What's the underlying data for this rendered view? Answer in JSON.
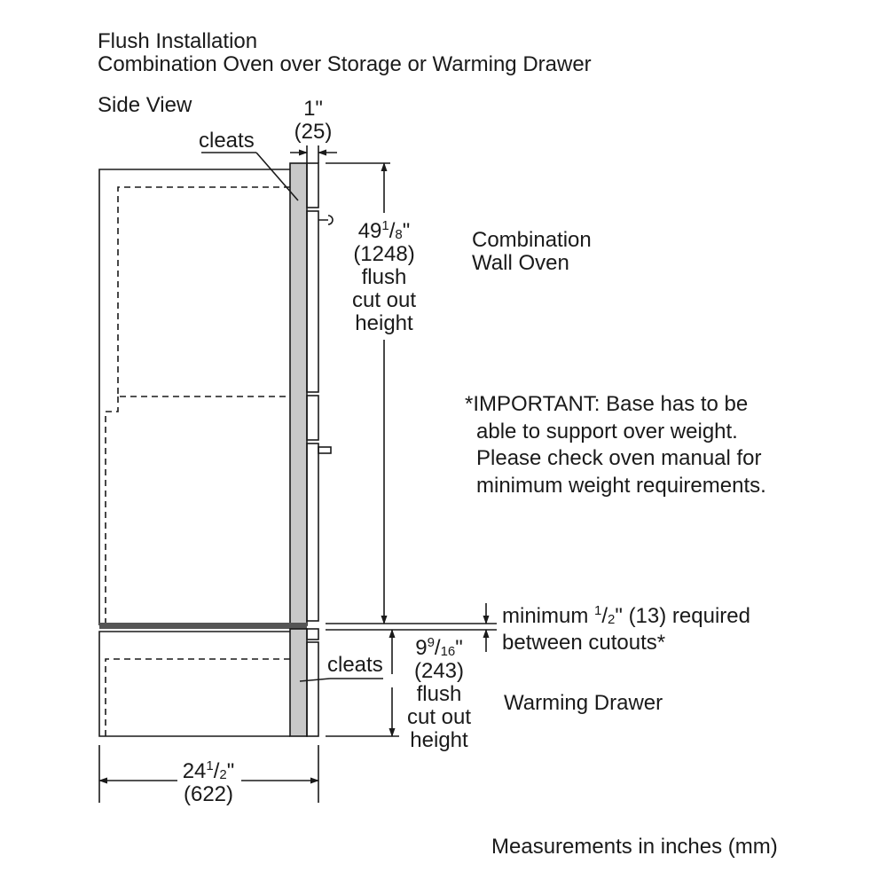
{
  "title": {
    "line1": "Flush Installation",
    "line2": "Combination Oven over Storage or Warming Drawer"
  },
  "view_label": "Side View",
  "labels": {
    "cleats_top": "cleats",
    "cleats_bottom": "cleats",
    "combination_wall_oven": [
      "Combination",
      "Wall Oven"
    ],
    "warming_drawer": "Warming Drawer",
    "footer": "Measurements in inches (mm)"
  },
  "dimensions": {
    "front_thickness": {
      "inches": "1\"",
      "mm": "(25)"
    },
    "oven_cutout": {
      "whole": "49",
      "num": "1",
      "den": "8",
      "unit": "\"",
      "mm": "(1248)",
      "lines": [
        "flush",
        "cut out",
        "height"
      ]
    },
    "min_gap": {
      "prefix": "minimum ",
      "num": "1",
      "den": "2",
      "rest": "\" (13) required",
      "line2": "between cutouts*"
    },
    "drawer_cutout": {
      "whole": "9",
      "num": "9",
      "den": "16",
      "unit": "\"",
      "mm": "(243)",
      "lines": [
        "flush",
        "cut out",
        "height"
      ]
    },
    "depth": {
      "whole": "24",
      "num": "1",
      "den": "2",
      "unit": "\"",
      "mm": "(622)"
    }
  },
  "important_note": [
    "*IMPORTANT: Base has to be",
    "able to support over weight.",
    "Please check oven manual for",
    "minimum weight requirements."
  ],
  "colors": {
    "line": "#1a1a1a",
    "cleat_fill": "#c8c8c8",
    "base_shelf": "#555555"
  }
}
